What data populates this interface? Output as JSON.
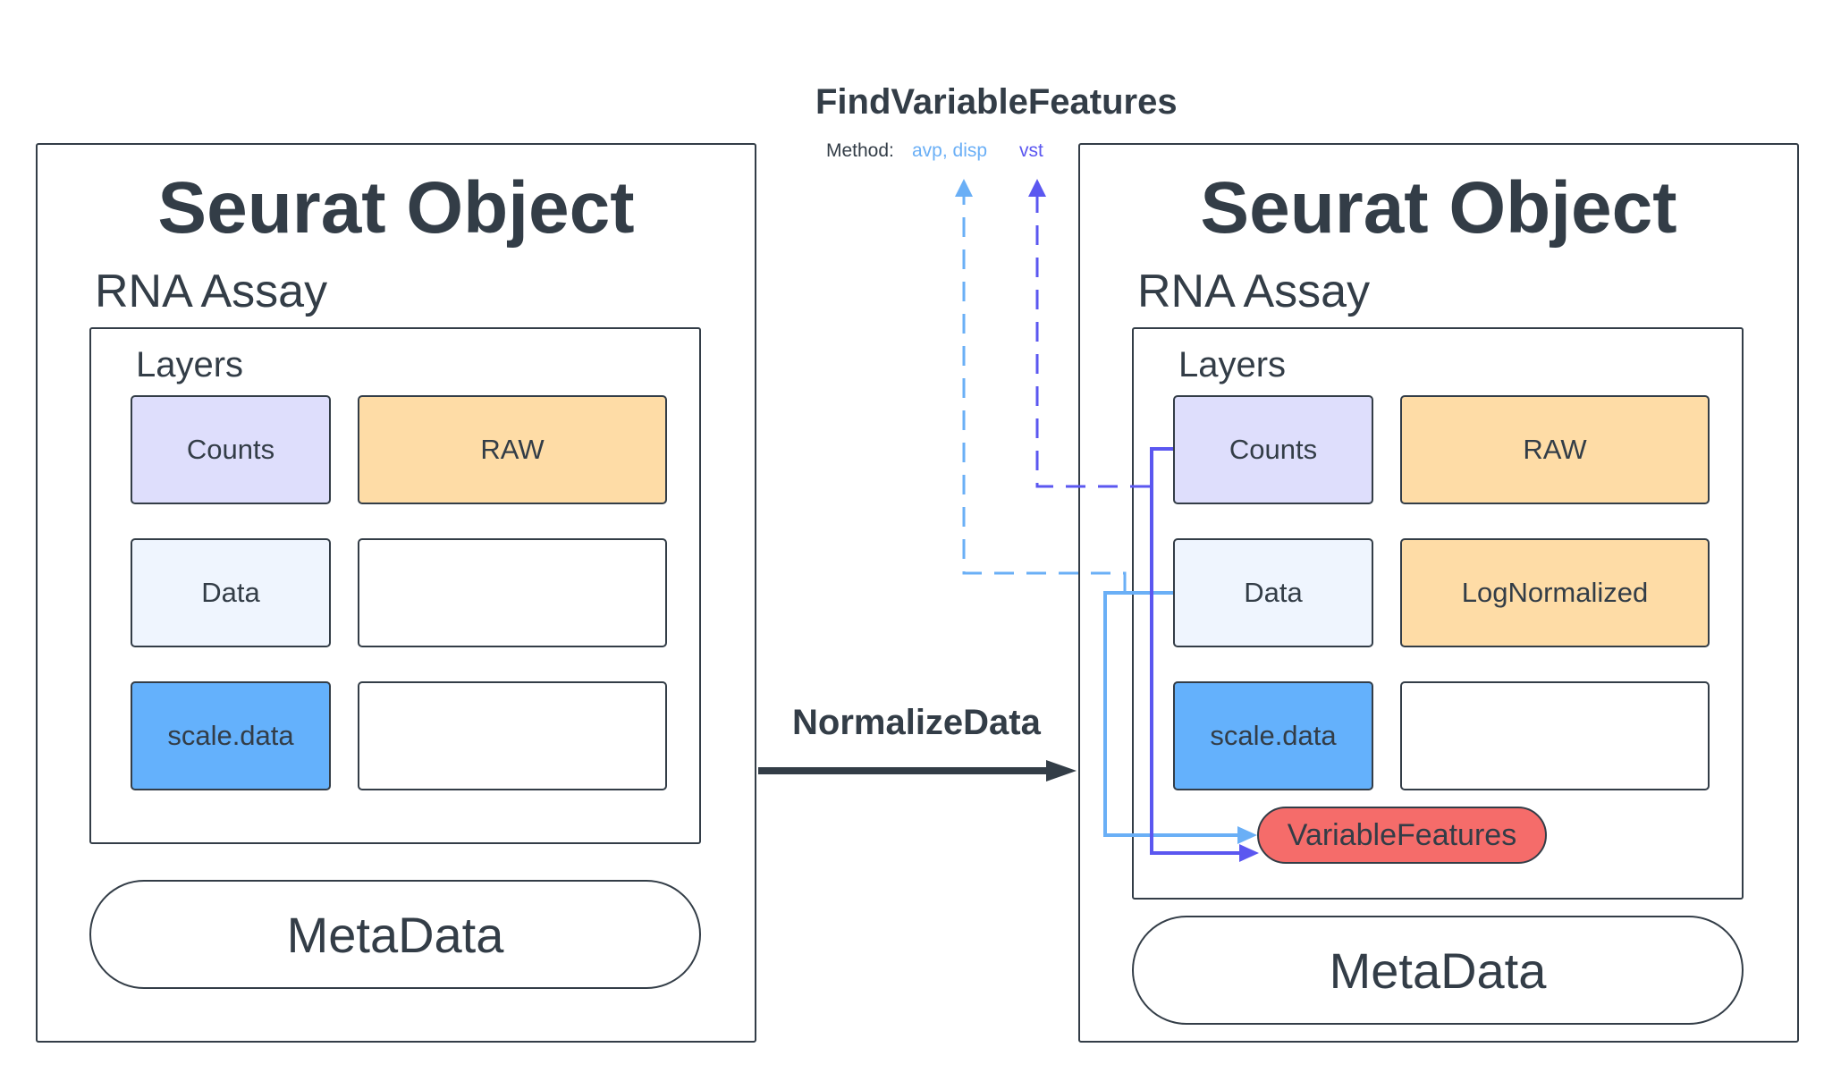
{
  "left_object": {
    "title": "Seurat Object",
    "assay": "RNA Assay",
    "layers_label": "Layers",
    "cells": {
      "counts": "Counts",
      "raw": "RAW",
      "data": "Data",
      "data_right": "",
      "scale": "scale.data",
      "scale_right": ""
    },
    "metadata": "MetaData"
  },
  "right_object": {
    "title": "Seurat Object",
    "assay": "RNA Assay",
    "layers_label": "Layers",
    "cells": {
      "counts": "Counts",
      "raw": "RAW",
      "data": "Data",
      "data_right": "LogNormalized",
      "scale": "scale.data",
      "scale_right": ""
    },
    "variable_features": "VariableFeatures",
    "metadata": "MetaData"
  },
  "normalize": {
    "label": "NormalizeData"
  },
  "find_variable": {
    "title": "FindVariableFeatures",
    "method_label": "Method:",
    "method_blue": "avp, disp",
    "method_purple": "vst"
  },
  "colors": {
    "text": "#333d47",
    "counts": "#dedefc",
    "raw": "#fedca6",
    "data": "#eff5fe",
    "scale": "#64b1fc",
    "variable_features": "#f56c6a",
    "arrow_blue": "#6aaff6",
    "arrow_purple": "#5b57f0"
  }
}
